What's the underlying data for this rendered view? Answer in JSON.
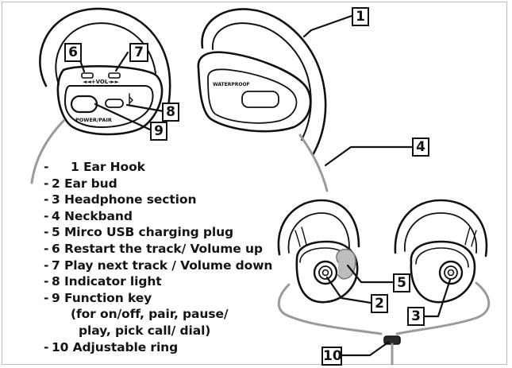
{
  "callouts": {
    "c1": "1",
    "c2": "2",
    "c3": "3",
    "c4": "4",
    "c5": "5",
    "c6": "6",
    "c7": "7",
    "c8": "8",
    "c9": "9",
    "c10": "10"
  },
  "device_labels": {
    "vol": "◄◄+VOL-►►",
    "power": "POWER/PAIR",
    "waterproof": "WATERPROOF"
  },
  "legend": [
    {
      "bullet": "-",
      "text": "1 Ear Hook"
    },
    {
      "bullet": "-",
      "text": "2 Ear bud"
    },
    {
      "bullet": "-",
      "text": "3 Headphone section"
    },
    {
      "bullet": "-",
      "text": "4 Neckband"
    },
    {
      "bullet": "-",
      "text": "5 Mirco USB charging plug"
    },
    {
      "bullet": "-",
      "text": "6 Restart the track/ Volume up"
    },
    {
      "bullet": "-",
      "text": "7 Play next track / Volume down"
    },
    {
      "bullet": "-",
      "text": "8 Indicator light"
    },
    {
      "bullet": "-",
      "text": "9 Function key"
    },
    {
      "bullet": "",
      "text": "(for on/off, pair, pause/"
    },
    {
      "bullet": "",
      "text": "play, pick call/ dial)"
    },
    {
      "bullet": "-",
      "text": "10 Adjustable ring"
    }
  ]
}
